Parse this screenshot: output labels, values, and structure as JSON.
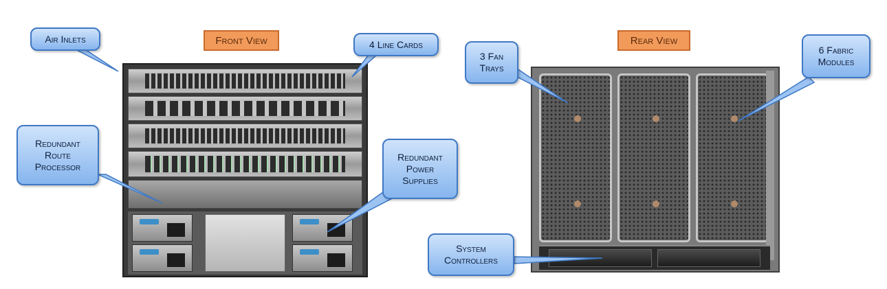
{
  "front": {
    "title": "Front View",
    "callouts": {
      "air_inlets": "Air Inlets",
      "line_cards": "4 Line Cards",
      "route_processor": "Redundant\nRoute\nProcessor",
      "power_supplies": "Redundant\nPower\nSupplies"
    }
  },
  "rear": {
    "title": "Rear View",
    "callouts": {
      "fan_trays": "3 Fan\nTrays",
      "fabric_modules": "6 Fabric\nModules",
      "system_controllers": "System\nControllers"
    }
  },
  "colors": {
    "title_tag": "#f29a5a",
    "callout": "#86b5ee",
    "callout_border": "#3f78c4"
  }
}
